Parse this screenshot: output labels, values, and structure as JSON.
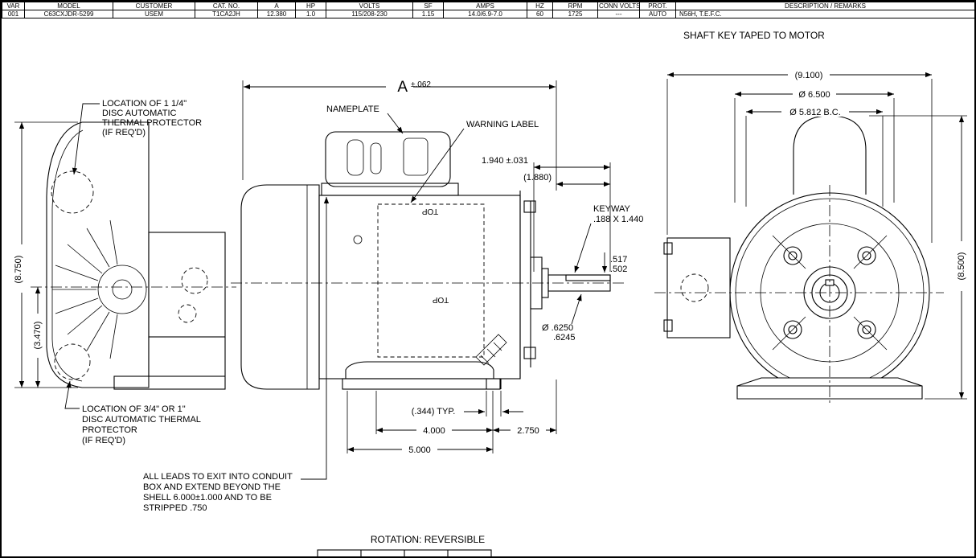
{
  "header_table": {
    "columns": [
      {
        "label": "VAR",
        "value": "001"
      },
      {
        "label": "MODEL",
        "value": "C63CXJDR-5299"
      },
      {
        "label": "CUSTOMER",
        "value": "USEM"
      },
      {
        "label": "CAT. NO.",
        "value": "T1CA2JH"
      },
      {
        "label": "A",
        "value": "12.380"
      },
      {
        "label": "HP",
        "value": "1.0"
      },
      {
        "label": "VOLTS",
        "value": "115/208-230"
      },
      {
        "label": "SF",
        "value": "1.15"
      },
      {
        "label": "AMPS",
        "value": "14.0/6.9-7.0"
      },
      {
        "label": "HZ",
        "value": "60"
      },
      {
        "label": "RPM",
        "value": "1725"
      },
      {
        "label": "CONN VOLTS",
        "value": "---"
      },
      {
        "label": "PROT.",
        "value": "AUTO"
      },
      {
        "label": "DESCRIPTION / REMARKS",
        "value": "N56H, T.E.F.C."
      }
    ]
  },
  "notes": {
    "shaft_key": "SHAFT KEY TAPED TO MOTOR",
    "nameplate": "NAMEPLATE",
    "warning_label": "WARNING LABEL",
    "rotation": "ROTATION: REVERSIBLE",
    "top_marker": "TOP",
    "thermal_upper": {
      "l1": "LOCATION OF 1 1/4\"",
      "l2": "DISC AUTOMATIC",
      "l3": "THERMAL PROTECTOR",
      "l4": "(IF REQ'D)"
    },
    "thermal_lower": {
      "l1": "LOCATION OF 3/4\" OR 1\"",
      "l2": "DISC AUTOMATIC THERMAL",
      "l3": "PROTECTOR",
      "l4": "(IF REQ'D)"
    },
    "leads": {
      "l1": "ALL LEADS TO EXIT INTO CONDUIT",
      "l2": "BOX AND EXTEND BEYOND THE",
      "l3": "SHELL 6.000±1.000 AND TO BE",
      "l4": "STRIPPED .750"
    }
  },
  "dims": {
    "a_letter": "A",
    "a_tol": "±.062",
    "shaft_len": "1.940 ±.031",
    "shaft_len_ref": "(1.880)",
    "keyway_l1": "KEYWAY",
    "keyway_l2": ".188 X 1.440",
    "key_height_upper": ".517",
    "key_height_lower": ".502",
    "shaft_dia_upper": "Ø .6250",
    "shaft_dia_lower": ".6245",
    "slot_typ": "(.344) TYP.",
    "foot_4000": "4.000",
    "foot_2750": "2.750",
    "foot_5000": "5.000",
    "height_8750": "(8.750)",
    "height_3470": "(3.470)",
    "width_9100": "(9.100)",
    "dia_6500": "Ø 6.500",
    "bc_5812": "Ø 5.812  B.C.",
    "height_8500": "(8.500)"
  }
}
